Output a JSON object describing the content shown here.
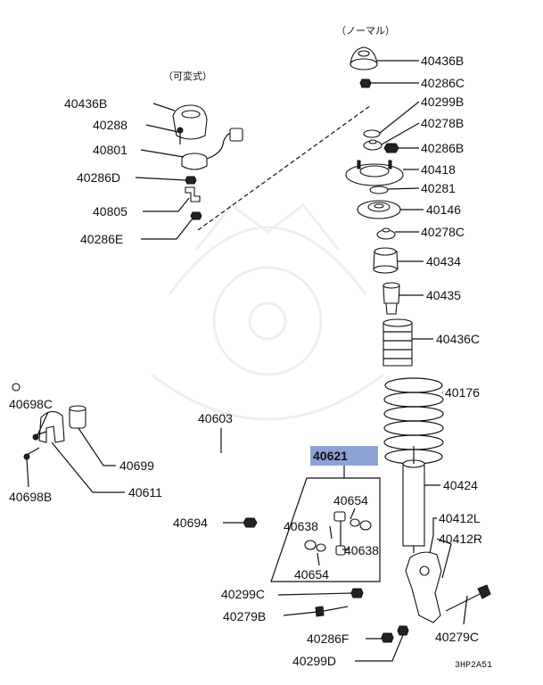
{
  "headings": {
    "normal": "（ノーマル）",
    "variable": "（可変式）"
  },
  "callouts": {
    "c40436B_top": "40436B",
    "c40286C": "40286C",
    "c40299B": "40299B",
    "c40278B": "40278B",
    "c40286B": "40286B",
    "c40418": "40418",
    "c40281": "40281",
    "c40146": "40146",
    "c40278C": "40278C",
    "c40434": "40434",
    "c40435": "40435",
    "c40436C": "40436C",
    "c40176": "40176",
    "c40424": "40424",
    "c40412L": "40412L",
    "c40412R": "40412R",
    "c40279C": "40279C",
    "c40436B_left": "40436B",
    "c40288": "40288",
    "c40801": "40801",
    "c40286D": "40286D",
    "c40805": "40805",
    "c40286E": "40286E",
    "c40698C": "40698C",
    "c40698B": "40698B",
    "c40699": "40699",
    "c40603": "40603",
    "c40611": "40611",
    "c40694": "40694",
    "c40621": "40621",
    "c40654_a": "40654",
    "c40638_a": "40638",
    "c40638_b": "40638",
    "c40654_b": "40654",
    "c40299C": "40299C",
    "c40279B": "40279B",
    "c40286F": "40286F",
    "c40299D": "40299D"
  },
  "diagram_code": "3HP2A51",
  "highlight_color": "#8fa2d6"
}
